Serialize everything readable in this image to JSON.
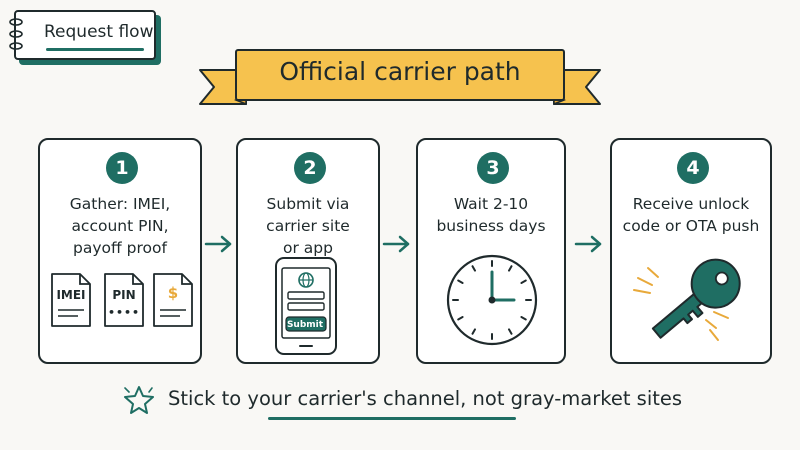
{
  "tag": {
    "label": "Request flow"
  },
  "banner": {
    "title": "Official carrier path"
  },
  "steps": [
    {
      "number": "1",
      "lines": [
        "Gather: IMEI,",
        "account PIN,",
        "payoff proof"
      ]
    },
    {
      "number": "2",
      "lines": [
        "Submit via",
        "carrier site",
        "or app"
      ]
    },
    {
      "number": "3",
      "lines": [
        "Wait 2-10",
        "business days"
      ]
    },
    {
      "number": "4",
      "lines": [
        "Receive unlock",
        "code or OTA push"
      ]
    }
  ],
  "documents": [
    {
      "label": "IMEI"
    },
    {
      "label": "PIN",
      "mask": "••••"
    },
    {
      "label": "$"
    }
  ],
  "phone": {
    "button_label": "Submit"
  },
  "footer": {
    "text": "Stick to your carrier's channel, not gray-market sites"
  },
  "colors": {
    "accent": "#1f6e63",
    "banner": "#f6c24e",
    "banner_dark": "#e8a93a",
    "ink": "#1f2a2c",
    "background": "#f9f8f5"
  },
  "icons": [
    "notebook-icon",
    "globe-icon",
    "clock-icon",
    "key-icon",
    "star-icon",
    "arrow-right-icon",
    "document-icon",
    "phone-icon"
  ]
}
